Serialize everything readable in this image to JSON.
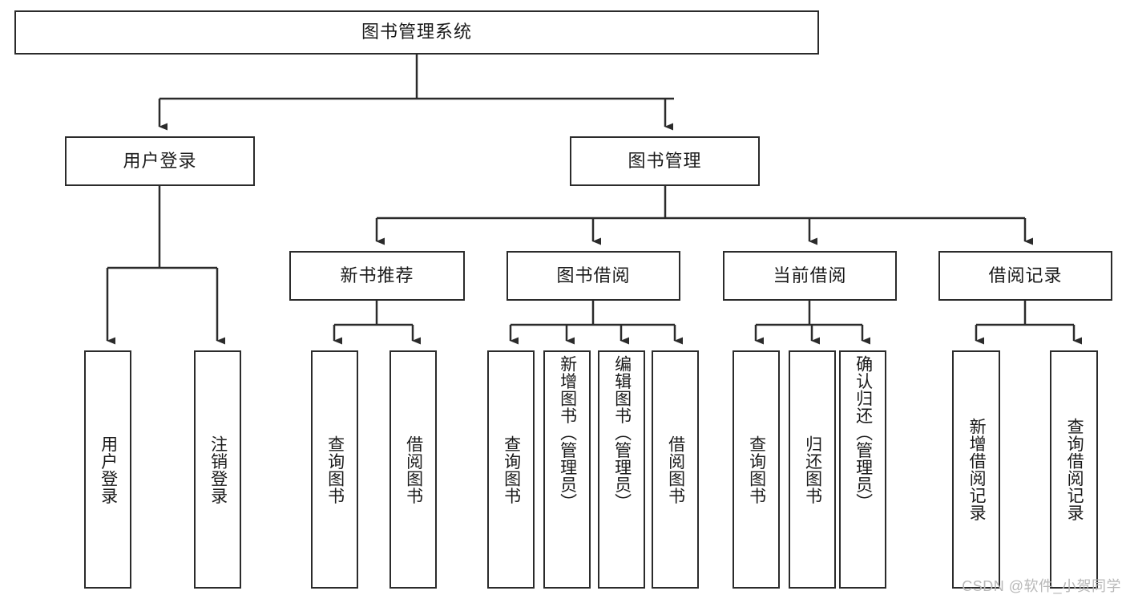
{
  "diagram": {
    "title": "图书管理系统",
    "type": "tree-hierarchy-diagram",
    "colors": {
      "node_border": "#2b2b2b",
      "node_fill": "#ffffff",
      "edge": "#2b2b2b",
      "text": "#1a1a1a",
      "watermark": "#b8b8b8",
      "background": "#ffffff"
    },
    "watermark": "CSDN @软件_小贺同学",
    "nodes": {
      "root": {
        "label": "图书管理系统"
      },
      "level2": [
        {
          "id": "user-login",
          "label": "用户登录"
        },
        {
          "id": "book-manage",
          "label": "图书管理"
        }
      ],
      "level3": [
        {
          "id": "new-book-recommend",
          "label": "新书推荐"
        },
        {
          "id": "book-borrow",
          "label": "图书借阅"
        },
        {
          "id": "current-borrow",
          "label": "当前借阅"
        },
        {
          "id": "borrow-record",
          "label": "借阅记录"
        }
      ],
      "leaves": {
        "user_login": [
          {
            "id": "leaf-user-login",
            "label": "用户登录"
          },
          {
            "id": "leaf-logout-login",
            "label": "注销登录"
          }
        ],
        "new_book_recommend": [
          {
            "id": "leaf-query-book-1",
            "label": "查询图书"
          },
          {
            "id": "leaf-borrow-book-1",
            "label": "借阅图书"
          }
        ],
        "book_borrow": [
          {
            "id": "leaf-query-book-2",
            "label": "查询图书"
          },
          {
            "id": "leaf-add-book",
            "label": "新增图书（管理员）"
          },
          {
            "id": "leaf-edit-book",
            "label": "编辑图书（管理员）"
          },
          {
            "id": "leaf-borrow-book-2",
            "label": "借阅图书"
          }
        ],
        "current_borrow": [
          {
            "id": "leaf-query-book-3",
            "label": "查询图书"
          },
          {
            "id": "leaf-return-book",
            "label": "归还图书"
          },
          {
            "id": "leaf-confirm-return",
            "label": "确认归还（管理员）"
          }
        ],
        "borrow_record": [
          {
            "id": "leaf-add-record",
            "label": "新增借阅记录"
          },
          {
            "id": "leaf-query-record",
            "label": "查询借阅记录"
          }
        ]
      }
    }
  }
}
